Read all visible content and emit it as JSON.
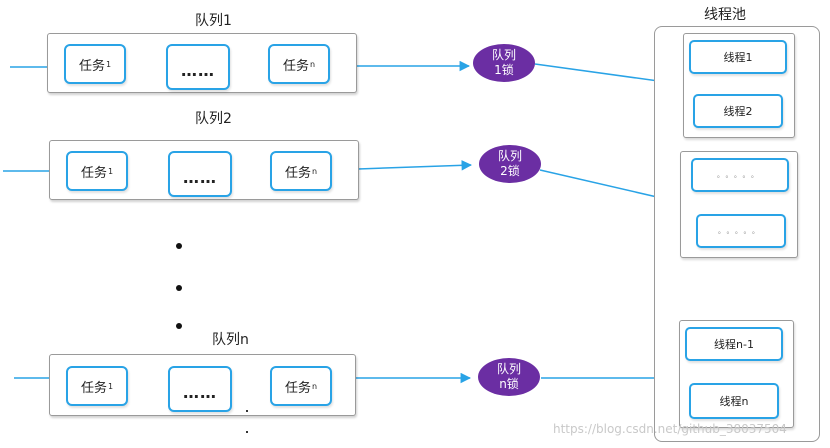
{
  "queues": [
    {
      "title": "队列1",
      "task_first": "任务",
      "task_first_sub": "1",
      "ellipsis": "……",
      "task_last": "任务",
      "task_last_sub": "n",
      "lock_line1": "队列",
      "lock_line2": "1锁"
    },
    {
      "title": "队列2",
      "task_first": "任务",
      "task_first_sub": "1",
      "ellipsis": "……",
      "task_last": "任务",
      "task_last_sub": "n",
      "lock_line1": "队列",
      "lock_line2": "2锁"
    },
    {
      "title": "队列n",
      "task_first": "任务",
      "task_first_sub": "1",
      "ellipsis": "……",
      "task_last": "任务",
      "task_last_sub": "n",
      "lock_line1": "队列",
      "lock_line2": "n锁"
    }
  ],
  "pool": {
    "title": "线程池",
    "groups": [
      {
        "threads": [
          "线程1",
          "线程2"
        ]
      },
      {
        "threads": [
          "。。。。。",
          "。。。。。"
        ]
      },
      {
        "threads": [
          "线程n-1",
          "线程n"
        ]
      }
    ]
  },
  "watermark": "https://blog.csdn.net/github_38037504",
  "colors": {
    "accent": "#29a3e6",
    "lock": "#6b2ea3",
    "border": "#9a9a9a"
  }
}
